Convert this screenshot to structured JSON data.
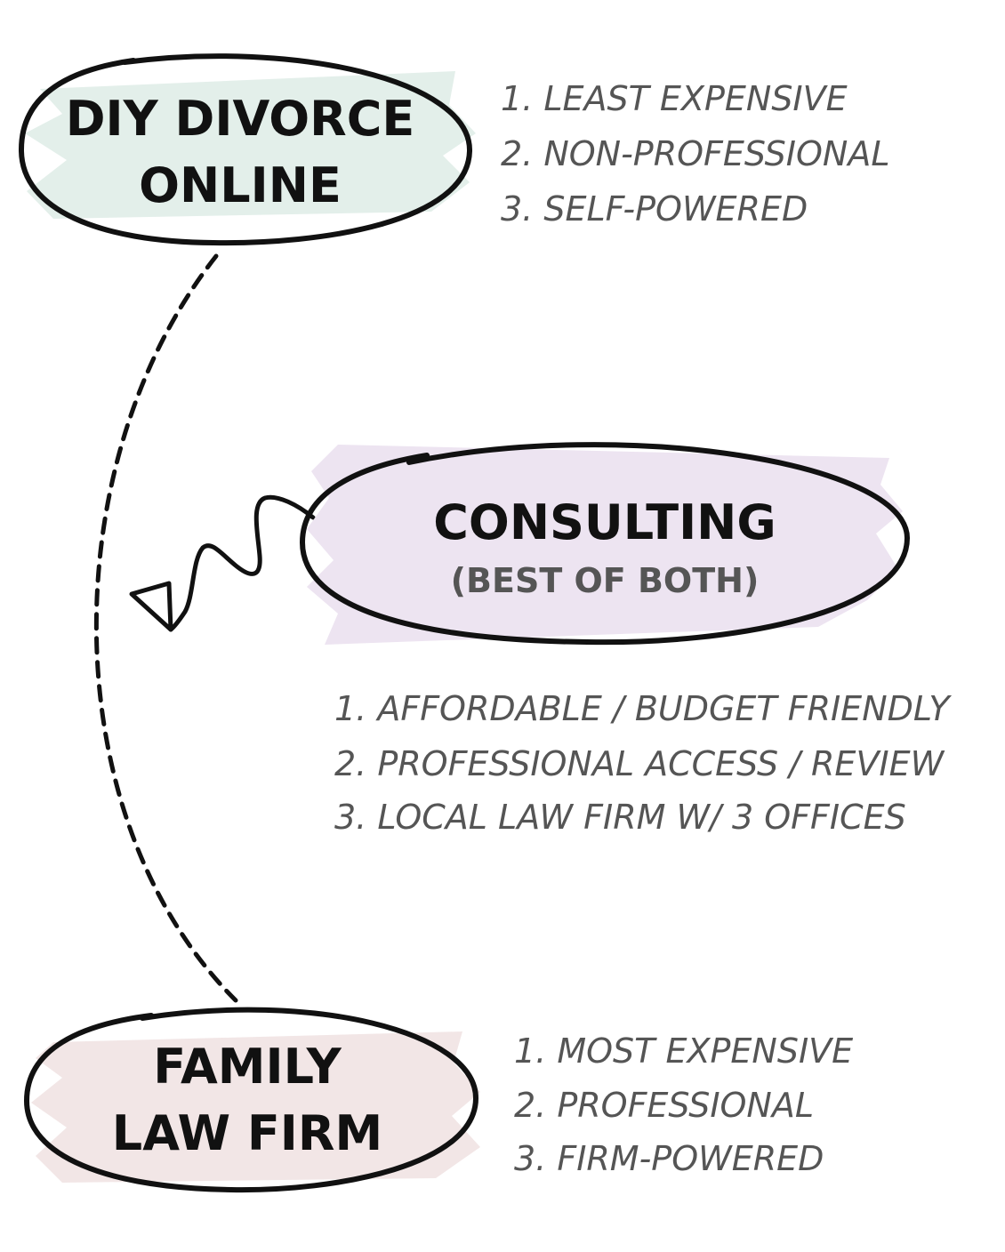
{
  "colors": {
    "diy_fill": "#e3efea",
    "consulting_fill": "#ede4f1",
    "firm_fill": "#f2e6e6",
    "outline": "#111111",
    "list_text": "#555555",
    "subtitle_text": "#555555"
  },
  "nodes": {
    "diy": {
      "line1": "DIY DIVORCE",
      "line2": "ONLINE",
      "items": [
        "1. LEAST EXPENSIVE",
        "2. NON-PROFESSIONAL",
        "3. SELF-POWERED"
      ]
    },
    "consulting": {
      "title": "CONSULTING",
      "subtitle": "(BEST OF BOTH)",
      "items": [
        "1. AFFORDABLE / BUDGET FRIENDLY",
        "2. PROFESSIONAL ACCESS / REVIEW",
        "3. LOCAL LAW FIRM W/ 3 OFFICES"
      ]
    },
    "firm": {
      "line1": "FAMILY",
      "line2": "LAW FIRM",
      "items": [
        "1. MOST EXPENSIVE",
        "2. PROFESSIONAL",
        "3. FIRM-POWERED"
      ]
    }
  }
}
